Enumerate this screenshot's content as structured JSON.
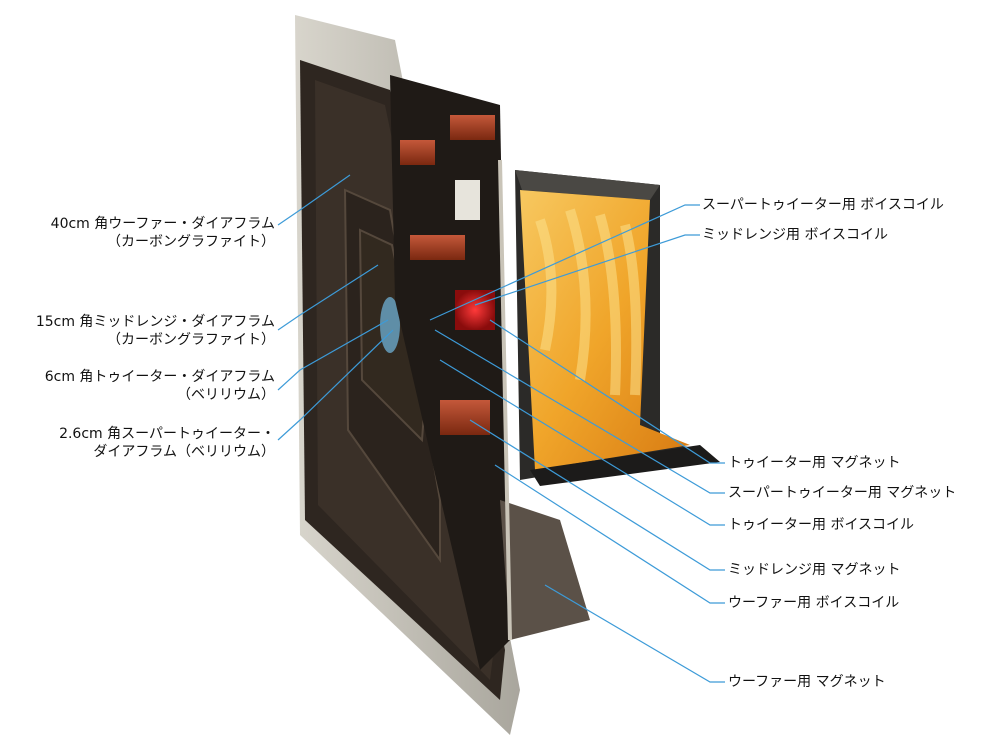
{
  "left_labels": [
    {
      "line1": "40cm 角ウーファー・ダイアフラム",
      "line2": "（カーボングラファイト）"
    },
    {
      "line1": "15cm 角ミッドレンジ・ダイアフラム",
      "line2": "（カーボングラファイト）"
    },
    {
      "line1": "6cm 角トゥイーター・ダイアフラム",
      "line2": "（ベリリウム）"
    },
    {
      "line1": "2.6cm 角スーパートゥイーター・",
      "line2": "ダイアフラム（ベリリウム）"
    }
  ],
  "right_labels": [
    "スーパートゥイーター用 ボイスコイル",
    "ミッドレンジ用 ボイスコイル",
    "トゥイーター用 マグネット",
    "スーパートゥイーター用 マグネット",
    "トゥイーター用 ボイスコイル",
    "ミッドレンジ用 マグネット",
    "ウーファー用 ボイスコイル",
    "ウーファー用 マグネット"
  ],
  "colors": {
    "leader": "#3d9bd8",
    "frame": "#b9b6ad",
    "diaphragm": "#2e2620",
    "magnet": "#9a3a1c",
    "wool": "#f3b13c"
  }
}
